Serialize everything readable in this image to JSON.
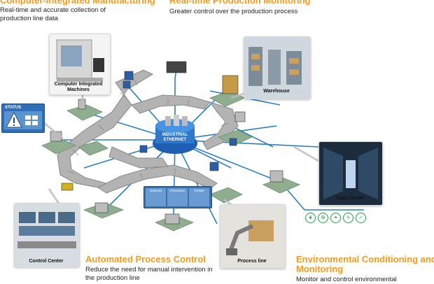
{
  "sections": {
    "cim_title": "Computer-Integrated Manufacturing",
    "cim_text": "Real-time and accurate collection of production line data",
    "rpm_title": "Real-time Production Monitoring",
    "rpm_text": "Greater control over the production process",
    "apc_title": "Automated Process Control",
    "apc_text": "Reduce the need for manual intervention in the production line",
    "ecm_title_line1": "Environmental Conditioning and",
    "ecm_title_line2": "Monitoring",
    "ecm_text": "Monitor and control environmental"
  },
  "labels": {
    "cim_machines": "Computer Integrated Machines",
    "warehouse": "Warehouse",
    "data_center": "Data Center",
    "control_center": "Control Center",
    "process_line": "Process line",
    "hub_line1": "INDUSTRIAL",
    "hub_line2": "ETHERNET",
    "status": "STATUS",
    "monitor_1": "Optimize",
    "monitor_2": "Procedure",
    "monitor_3": "People"
  },
  "colors": {
    "accent": "#f39a1e",
    "network": "#2a7fc1",
    "conveyor": "#a9a9a9",
    "platform": "#8fae8f",
    "eco": "#2e9a4a"
  },
  "icons": [
    "warning-icon",
    "leaf-icon",
    "recycle-icon",
    "lightning-icon",
    "check-icon"
  ]
}
